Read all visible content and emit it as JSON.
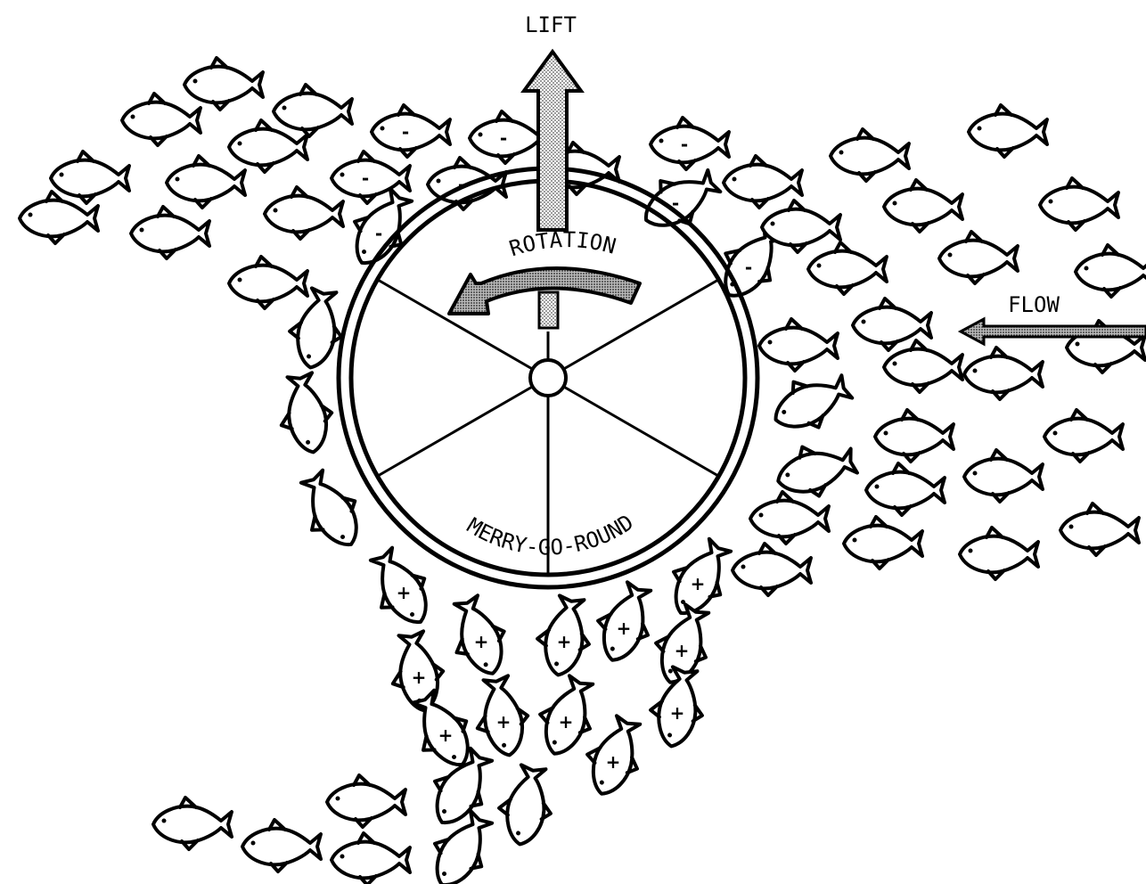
{
  "labels": {
    "lift": "LIFT",
    "flow": "FLOW",
    "rotation": "ROTATION",
    "merry_go_round": "MERRY-GO-ROUND"
  },
  "marks": {
    "minus": "-",
    "plus": "+"
  },
  "colors": {
    "ink": "#000000",
    "paper": "#ffffff",
    "stipple": "#bdbdbd"
  }
}
